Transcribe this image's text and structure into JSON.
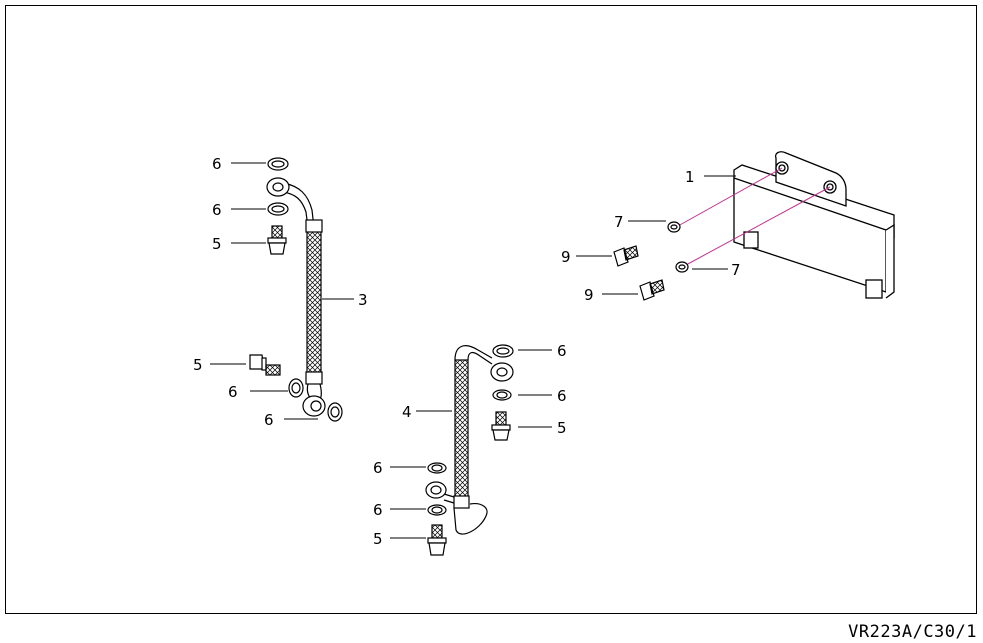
{
  "drawing_ref": "VR223A/C30/1",
  "callouts": [
    {
      "id": "c1",
      "text": "1"
    },
    {
      "id": "c3",
      "text": "3"
    },
    {
      "id": "c4",
      "text": "4"
    },
    {
      "id": "c5a",
      "text": "5"
    },
    {
      "id": "c5b",
      "text": "5"
    },
    {
      "id": "c5c",
      "text": "5"
    },
    {
      "id": "c5d",
      "text": "5"
    },
    {
      "id": "c6a",
      "text": "6"
    },
    {
      "id": "c6b",
      "text": "6"
    },
    {
      "id": "c6c",
      "text": "6"
    },
    {
      "id": "c6d",
      "text": "6"
    },
    {
      "id": "c6e",
      "text": "6"
    },
    {
      "id": "c6f",
      "text": "6"
    },
    {
      "id": "c6g",
      "text": "6"
    },
    {
      "id": "c6h",
      "text": "6"
    },
    {
      "id": "c7a",
      "text": "7"
    },
    {
      "id": "c7b",
      "text": "7"
    },
    {
      "id": "c9a",
      "text": "9"
    },
    {
      "id": "c9b",
      "text": "9"
    }
  ],
  "colors": {
    "line": "#000000",
    "guide": "#c0338f",
    "background": "#ffffff"
  }
}
